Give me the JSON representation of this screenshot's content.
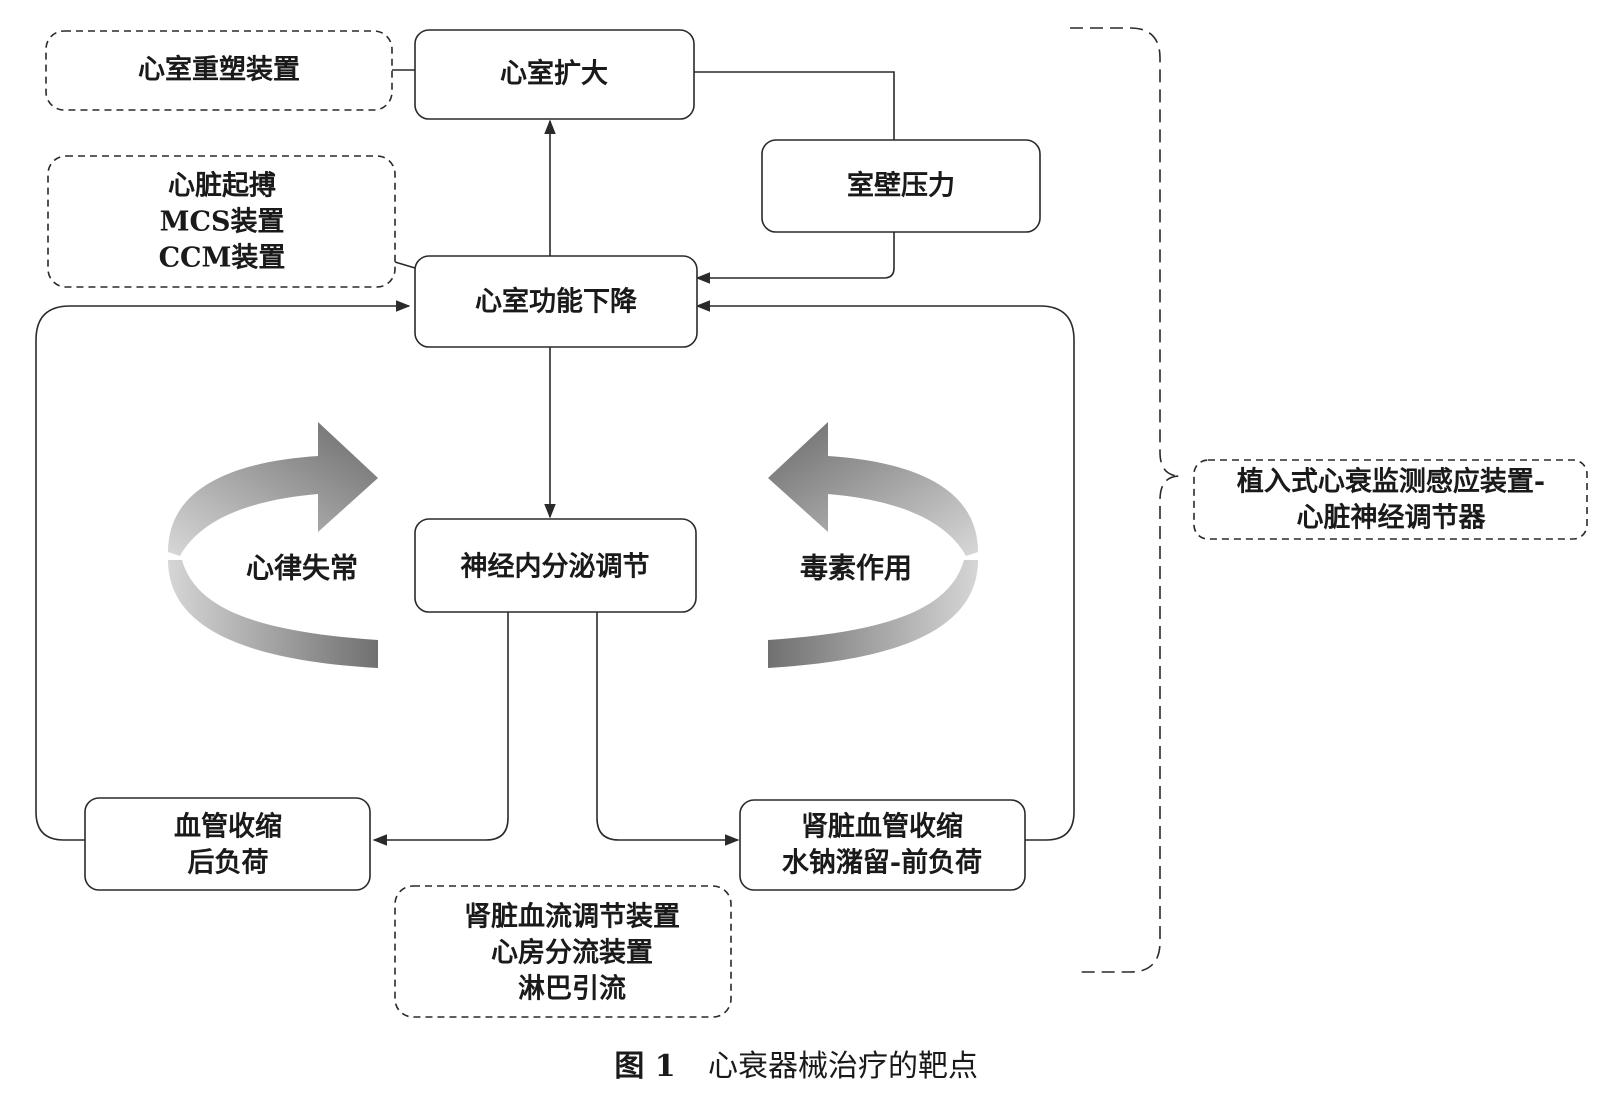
{
  "nodes": {
    "ventricular_enlargement": "心室扩大",
    "wall_stress": "室壁压力",
    "ventricular_dysfunction": "心室功能下降",
    "neuroendocrine": "神经内分泌调节",
    "vasoconstriction": [
      "血管收缩",
      "后负荷"
    ],
    "renal": [
      "肾脏血管收缩",
      "水钠潴留-前负荷"
    ]
  },
  "devices": {
    "remodeling": "心室重塑装置",
    "pacing": [
      "心脏起搏",
      "MCS装置",
      "CCM装置"
    ],
    "renal_flow": [
      "肾脏血流调节装置",
      "心房分流装置",
      "淋巴引流"
    ],
    "monitoring": [
      "植入式心衰监测感应装置-",
      "心脏神经调节器"
    ]
  },
  "cycles": {
    "left": "心律失常",
    "right": "毒素作用"
  },
  "caption": {
    "number": "图 1",
    "title": "心衰器械治疗的靶点"
  },
  "colors": {
    "stroke": "#2a2a2a",
    "arrow_dark": "#6e6e6e",
    "arrow_light": "#d4d4d4"
  }
}
